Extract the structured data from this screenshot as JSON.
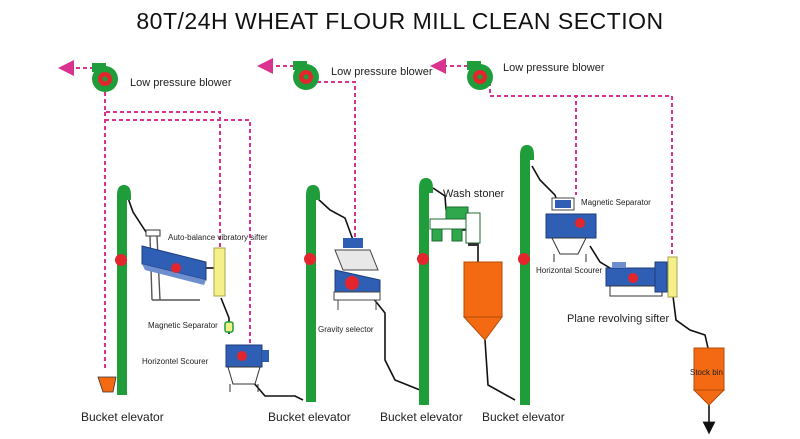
{
  "title": "80T/24H  WHEAT FLOUR MILL CLEAN SECTION",
  "labels": {
    "blower1": "Low pressure blower",
    "blower2": "Low pressure blower",
    "blower3": "Low pressure blower",
    "auto_balance_sifter": "Auto-balance vibratory sifter",
    "magnetic_separator_1": "Magnetic Separator",
    "horizontal_scourer_1": "Horizontel Scourer",
    "gravity_selector": "Gravity selector",
    "wash_stoner": "Wash stoner",
    "magnetic_separator_2": "Magnetic Separator",
    "horizontal_scourer_2": "Horizontal Scourer",
    "plane_sifter": "Plane revolving sifter",
    "stock_bin": "Stock bin",
    "elevator1": "Bucket elevator",
    "elevator2": "Bucket elevator",
    "elevator3": "Bucket elevator",
    "elevator4": "Bucket elevator"
  },
  "colors": {
    "elevator": "#1f9d3a",
    "machine": "#2f5fb5",
    "bin": "#f36a13",
    "sifter_yellow": "#f5f08a",
    "red_dot": "#e3262d",
    "air_duct": "#d9338f",
    "pipe": "#111111",
    "wash_stoner_green": "#2fa84b"
  }
}
